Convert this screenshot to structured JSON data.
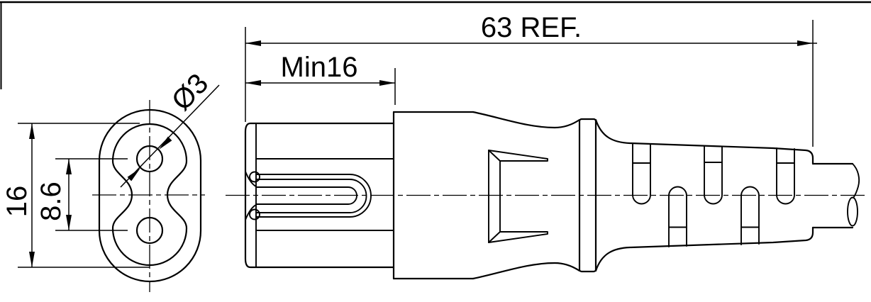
{
  "drawing": {
    "background": "#ffffff",
    "line_color": "#000000",
    "labels": {
      "overall_length": "63 REF.",
      "nose_length": "Min16",
      "connector_height": "16",
      "pin_spacing": "8.6",
      "pin_diameter": "Ø3"
    }
  }
}
